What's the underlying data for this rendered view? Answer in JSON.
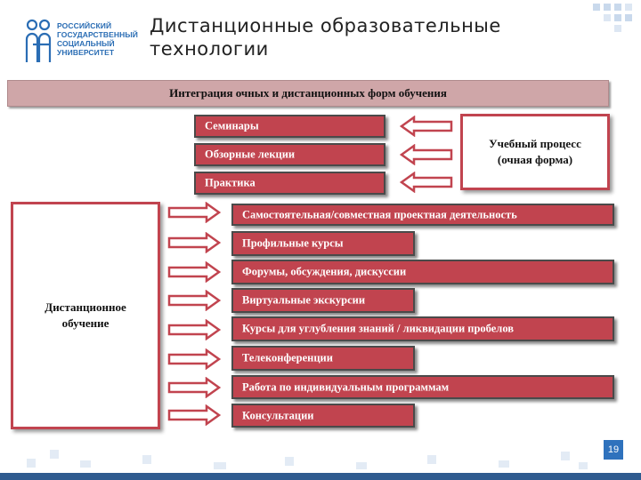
{
  "logo": {
    "lines": [
      "РОССИЙСКИЙ",
      "ГОСУДАРСТВЕННЫЙ",
      "СОЦИАЛЬНЫЙ",
      "УНИВЕРСИТЕТ"
    ]
  },
  "title": "Дистанционные образовательные технологии",
  "diagram": {
    "banner": "Интеграция очных и дистанционных форм обучения",
    "classroom_forms": [
      "Семинары",
      "Обзорные лекции",
      "Практика"
    ],
    "classroom_box": "Учебный процесс (очная форма)",
    "distance_box": "Дистанционное обучение",
    "distance_forms": [
      "Самостоятельная/совместная  проектная деятельность",
      "Профильные курсы",
      "Форумы, обсуждения, дискуссии",
      "Виртуальные экскурсии",
      "Курсы для углубления знаний / ликвидации пробелов",
      "Телеконференции",
      "Работа по индивидуальным программам",
      "Консультации"
    ],
    "colors": {
      "box_fill": "#c1444f",
      "banner_fill": "#cfa6a8",
      "border": "#4a4a4a"
    }
  },
  "page_number": "19"
}
